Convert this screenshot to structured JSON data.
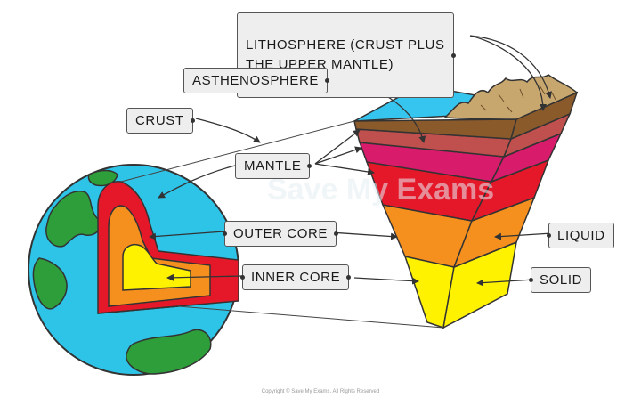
{
  "colors": {
    "ocean": "#2ec4e8",
    "land": "#2e9e3a",
    "crust": "#8b5a2b",
    "asthenosphere": "#c0504d",
    "mantle_upper": "#d81b6a",
    "mantle": "#e5182a",
    "outer_core": "#f5901e",
    "inner_core": "#fff200",
    "rock": "#c8a76e",
    "ocean_top": "#35c5ee"
  },
  "labels": {
    "lithosphere": "LITHOSPHERE (CRUST PLUS\nTHE UPPER MANTLE)",
    "asthenosphere": "ASTHENOSPHERE",
    "crust": "CRUST",
    "mantle": "MANTLE",
    "outer_core": "OUTER CORE",
    "inner_core": "INNER CORE",
    "liquid": "LIQUID",
    "solid": "SOLID"
  },
  "watermark": "Save My Exams",
  "copyright": "Copyright © Save My Exams. All Rights Reserved"
}
